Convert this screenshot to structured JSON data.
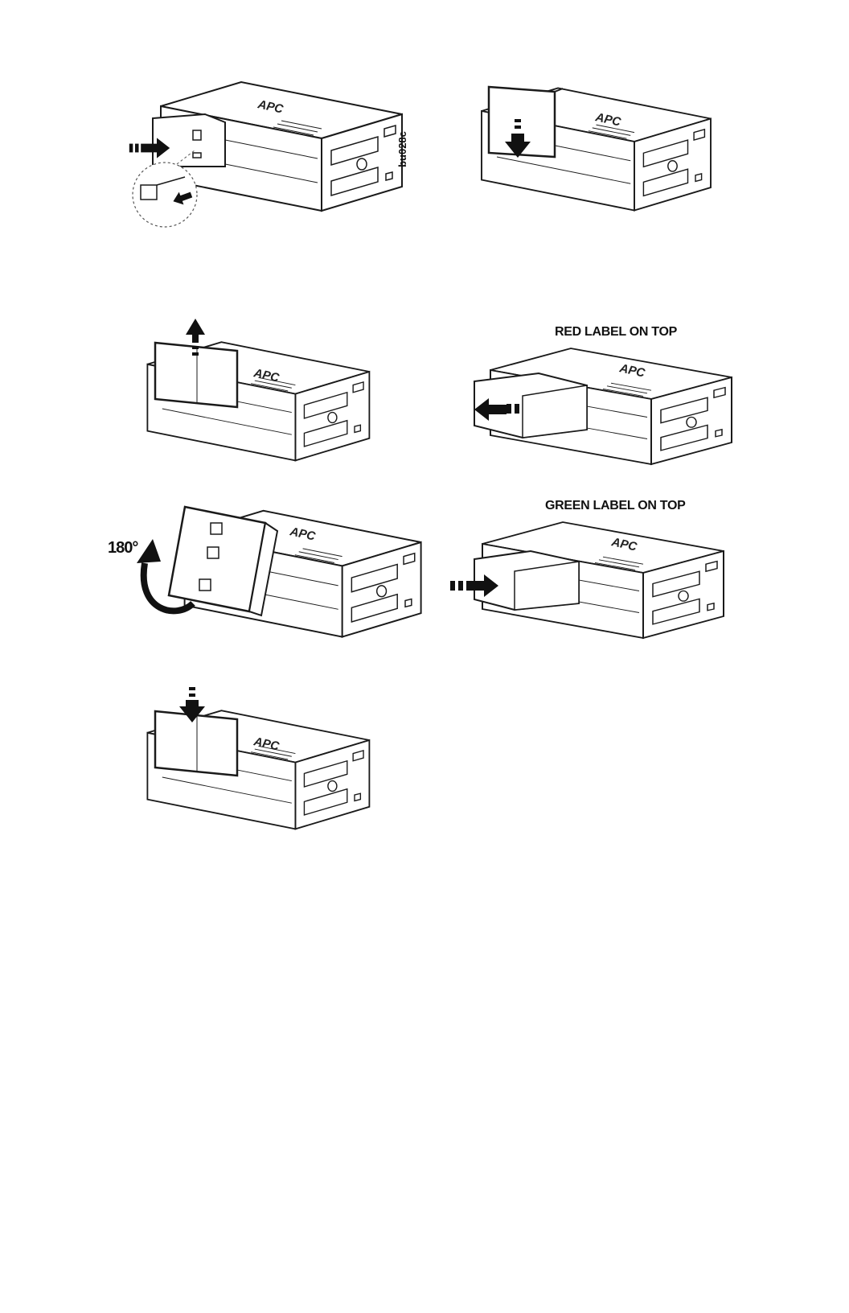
{
  "figures": {
    "step1": {
      "code_label": "bu028c",
      "brand_text": "APC"
    },
    "step2": {
      "brand_text": "APC"
    },
    "step3": {
      "brand_text": "APC"
    },
    "step4": {
      "caption": "RED LABEL ON TOP",
      "brand_text": "APC"
    },
    "step5": {
      "rotation_label": "180°",
      "brand_text": "APC"
    },
    "step6": {
      "caption": "GREEN LABEL ON TOP",
      "brand_text": "APC"
    },
    "step7": {
      "brand_text": "APC"
    }
  },
  "colors": {
    "line": "#1a1a1a",
    "fill": "#ffffff",
    "arrow": "#111111"
  }
}
